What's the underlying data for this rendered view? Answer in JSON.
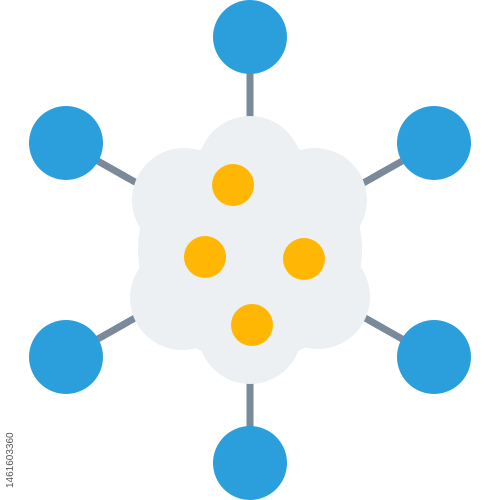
{
  "stock_id": "1461603360",
  "icon": {
    "name": "network-molecule",
    "colors": {
      "node": "#2B9FDB",
      "connector": "#7A8A9A",
      "core": "#ECF0F2",
      "particle": "#FFB703"
    },
    "outer_nodes": [
      {
        "name": "top-node"
      },
      {
        "name": "top-right-node"
      },
      {
        "name": "bottom-right-node"
      },
      {
        "name": "bottom-node"
      },
      {
        "name": "bottom-left-node"
      },
      {
        "name": "top-left-node"
      }
    ],
    "particles": [
      {
        "name": "particle-top"
      },
      {
        "name": "particle-left"
      },
      {
        "name": "particle-right"
      },
      {
        "name": "particle-bottom"
      }
    ]
  }
}
